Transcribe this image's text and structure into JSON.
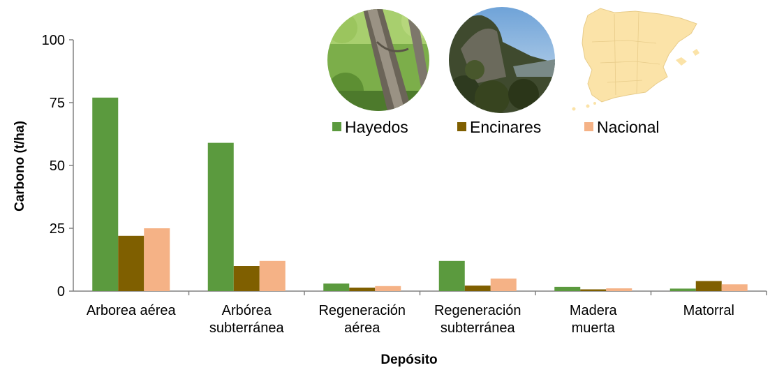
{
  "chart_data": {
    "type": "bar",
    "xlabel": "Depósito",
    "ylabel": "Carbono  (t/ha)",
    "ylim": [
      0,
      100
    ],
    "yticks": [
      0,
      25,
      50,
      75,
      100
    ],
    "grid": false,
    "legend_position": "top-right",
    "categories": [
      [
        "Arborea aérea"
      ],
      [
        "Arbórea",
        "subterránea"
      ],
      [
        "Regeneración",
        "aérea"
      ],
      [
        "Regeneración",
        "subterránea"
      ],
      [
        "Madera",
        "muerta"
      ],
      [
        "Matorral"
      ]
    ],
    "series": [
      {
        "name": "Hayedos",
        "color": "#5b9a3e",
        "values": [
          77,
          59,
          3,
          12,
          1.7,
          1.0
        ]
      },
      {
        "name": "Encinares",
        "color": "#7f5f00",
        "values": [
          22,
          10,
          1.4,
          2.2,
          0.7,
          4.0
        ]
      },
      {
        "name": "Nacional",
        "color": "#f5b286",
        "values": [
          25,
          12,
          2.0,
          5.0,
          1.1,
          2.7
        ]
      }
    ]
  },
  "photos": [
    {
      "name": "beech-forest-photo"
    },
    {
      "name": "holm-oak-forest-photo"
    },
    {
      "name": "spain-map"
    }
  ]
}
